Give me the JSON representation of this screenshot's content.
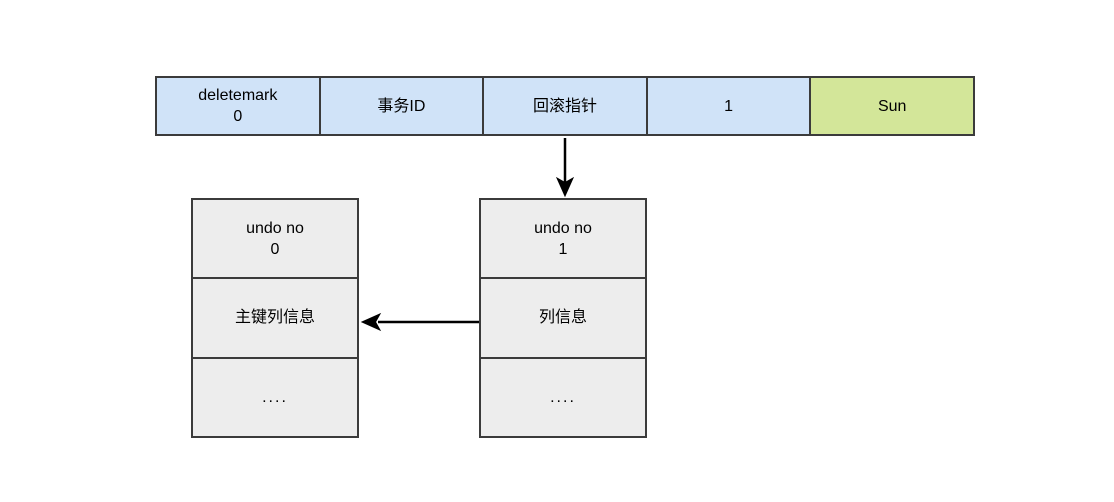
{
  "colors": {
    "cell_blue": "#d0e3f8",
    "cell_green": "#d3e699",
    "cell_gray": "#ededed",
    "border": "#3b3b3b",
    "arrow": "#000000"
  },
  "record_row": {
    "cells": [
      {
        "line1": "deletemark",
        "line2": "0"
      },
      {
        "line1": "事务ID"
      },
      {
        "line1": "回滚指针"
      },
      {
        "line1": "1"
      },
      {
        "line1": "Sun"
      }
    ]
  },
  "undo_records": [
    {
      "cells": [
        {
          "line1": "undo no",
          "line2": "0"
        },
        {
          "line1": "主键列信息"
        },
        {
          "line1": "...."
        }
      ]
    },
    {
      "cells": [
        {
          "line1": "undo no",
          "line2": "1"
        },
        {
          "line1": "列信息"
        },
        {
          "line1": "...."
        }
      ]
    }
  ]
}
